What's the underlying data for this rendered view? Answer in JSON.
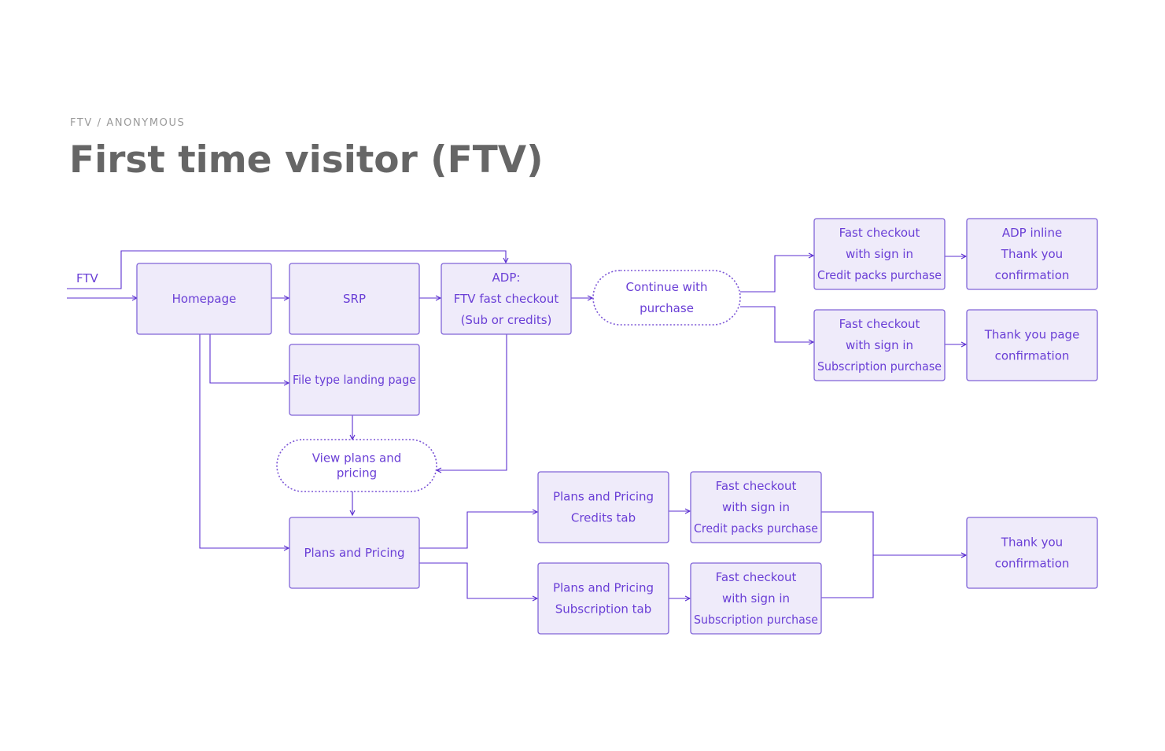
{
  "header": {
    "eyebrow": "FTV / ANONYMOUS",
    "title": "First time visitor (FTV)"
  },
  "colors": {
    "node_fill": "#efebfa",
    "node_stroke": "#8064d8",
    "edge": "#5b2fd0",
    "label": "#6a3fd6",
    "title": "#666666",
    "eyebrow": "#9a9a9a"
  },
  "diagram": {
    "entry": {
      "label": "FTV"
    },
    "nodes": [
      {
        "id": "homepage",
        "lines": [
          "Homepage"
        ]
      },
      {
        "id": "srp",
        "lines": [
          "SRP"
        ]
      },
      {
        "id": "adp",
        "lines": [
          "ADP:",
          "FTV fast checkout",
          "(Sub or credits)"
        ]
      },
      {
        "id": "continue",
        "lines": [
          "Continue with",
          "purchase"
        ],
        "shape": "dashed-pill"
      },
      {
        "id": "fc-credits-top",
        "lines": [
          "Fast checkout",
          "with sign in",
          "Credit packs purchase"
        ]
      },
      {
        "id": "adp-inline-thanks",
        "lines": [
          "ADP inline",
          "Thank you",
          "confirmation"
        ]
      },
      {
        "id": "fc-sub-top",
        "lines": [
          "Fast checkout",
          "with sign in",
          "Subscription purchase"
        ]
      },
      {
        "id": "thankyou-page",
        "lines": [
          "Thank you page",
          "confirmation"
        ]
      },
      {
        "id": "file-type",
        "lines": [
          "File type landing page"
        ]
      },
      {
        "id": "view-plans",
        "lines": [
          "View plans and",
          "pricing"
        ],
        "shape": "dashed-pill"
      },
      {
        "id": "plans",
        "lines": [
          "Plans and Pricing"
        ]
      },
      {
        "id": "pp-credits",
        "lines": [
          "Plans and Pricing",
          "Credits tab"
        ]
      },
      {
        "id": "fc-credits-bottom",
        "lines": [
          "Fast checkout",
          "with sign in",
          "Credit packs purchase"
        ]
      },
      {
        "id": "pp-sub",
        "lines": [
          "Plans and Pricing",
          "Subscription tab"
        ]
      },
      {
        "id": "fc-sub-bottom",
        "lines": [
          "Fast checkout",
          "with sign in",
          "Subscription purchase"
        ]
      },
      {
        "id": "thankyou",
        "lines": [
          "Thank you",
          "confirmation"
        ]
      }
    ],
    "edges": [
      {
        "from": "ftv",
        "to": "homepage"
      },
      {
        "from": "ftv",
        "to": "adp"
      },
      {
        "from": "homepage",
        "to": "srp"
      },
      {
        "from": "homepage",
        "to": "file-type"
      },
      {
        "from": "homepage",
        "to": "plans"
      },
      {
        "from": "srp",
        "to": "adp"
      },
      {
        "from": "adp",
        "to": "continue"
      },
      {
        "from": "adp",
        "to": "view-plans"
      },
      {
        "from": "continue",
        "to": "fc-credits-top"
      },
      {
        "from": "continue",
        "to": "fc-sub-top"
      },
      {
        "from": "fc-credits-top",
        "to": "adp-inline-thanks"
      },
      {
        "from": "fc-sub-top",
        "to": "thankyou-page"
      },
      {
        "from": "file-type",
        "to": "view-plans"
      },
      {
        "from": "view-plans",
        "to": "plans"
      },
      {
        "from": "plans",
        "to": "pp-credits"
      },
      {
        "from": "plans",
        "to": "pp-sub"
      },
      {
        "from": "pp-credits",
        "to": "fc-credits-bottom"
      },
      {
        "from": "pp-sub",
        "to": "fc-sub-bottom"
      },
      {
        "from": "fc-credits-bottom",
        "to": "thankyou"
      },
      {
        "from": "fc-sub-bottom",
        "to": "thankyou"
      }
    ]
  }
}
